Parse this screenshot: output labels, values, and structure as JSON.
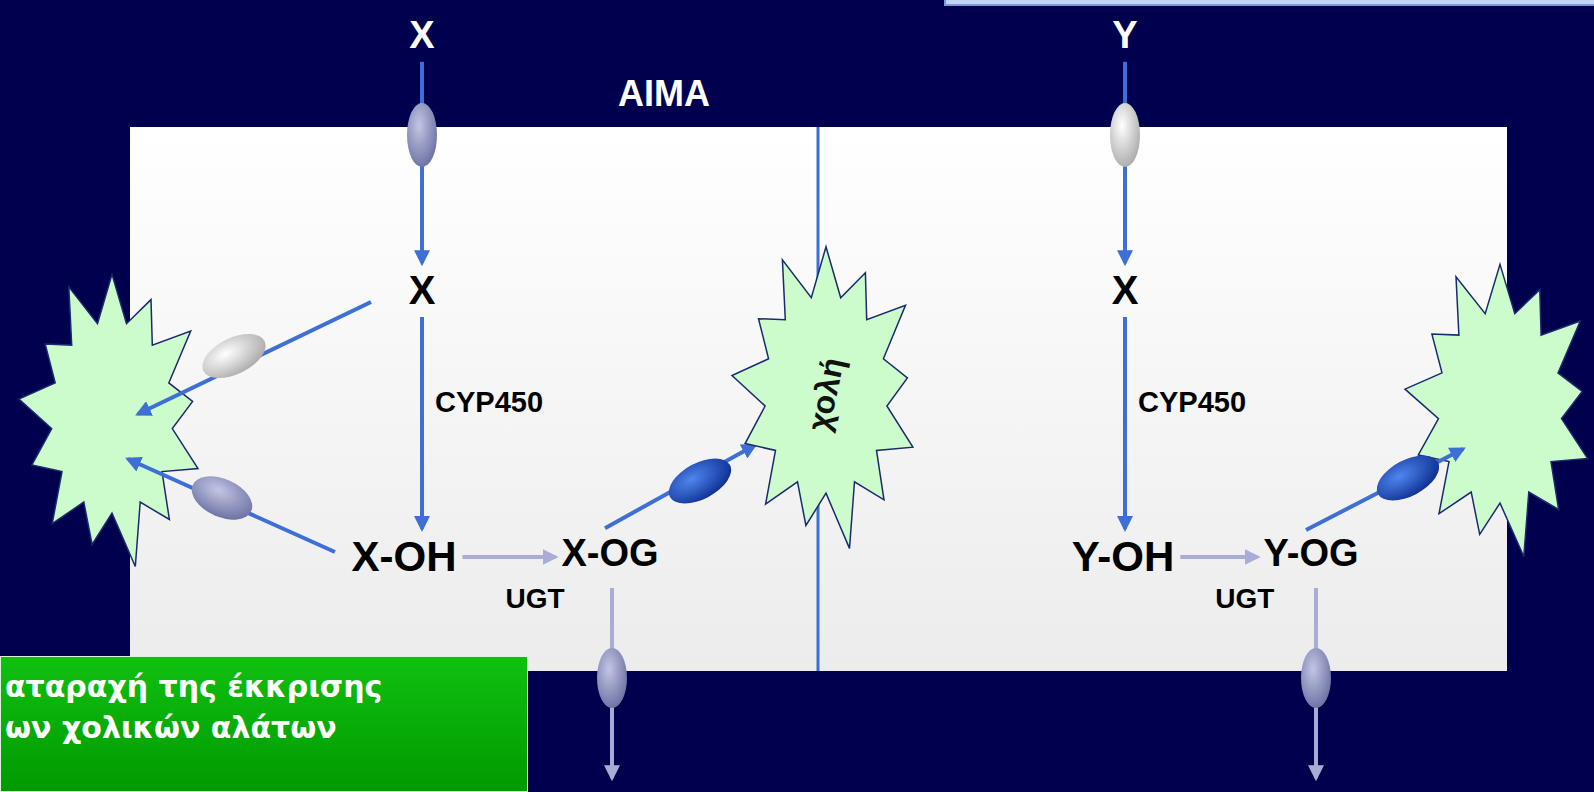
{
  "diagram": {
    "nodes": [
      {
        "text": [
          "X"
        ]
      },
      {
        "text": [
          "Y"
        ]
      },
      {
        "text": [
          "X"
        ]
      },
      {
        "text": [
          "X-OH"
        ]
      },
      {
        "text": [
          "X-OG"
        ]
      },
      {
        "text": [
          "χολή"
        ]
      },
      {
        "text": [
          "X"
        ]
      },
      {
        "text": [
          "Y-OH"
        ]
      },
      {
        "text": [
          "Y-OG"
        ]
      },
      {
        "text": [
          "αταραχή της έκκρισης ων χολικών αλάτων"
        ]
      }
    ],
    "edges": [
      {
        "from": 0,
        "to": 2,
        "arrow": "to"
      },
      {
        "from": 2,
        "to": 3,
        "arrow": "to",
        "label": "CYP450"
      },
      {
        "from": 3,
        "to": 4,
        "arrow": "to",
        "label": "UGT"
      },
      {
        "from": 4,
        "to": 5,
        "arrow": "to"
      },
      {
        "from": 1,
        "to": 6,
        "arrow": "to"
      },
      {
        "from": 6,
        "to": 7,
        "arrow": "to",
        "label": "CYP450"
      },
      {
        "from": 7,
        "to": 8,
        "arrow": "to",
        "label": "UGT"
      }
    ],
    "labels": [
      "ΑΙΜΑ"
    ]
  }
}
